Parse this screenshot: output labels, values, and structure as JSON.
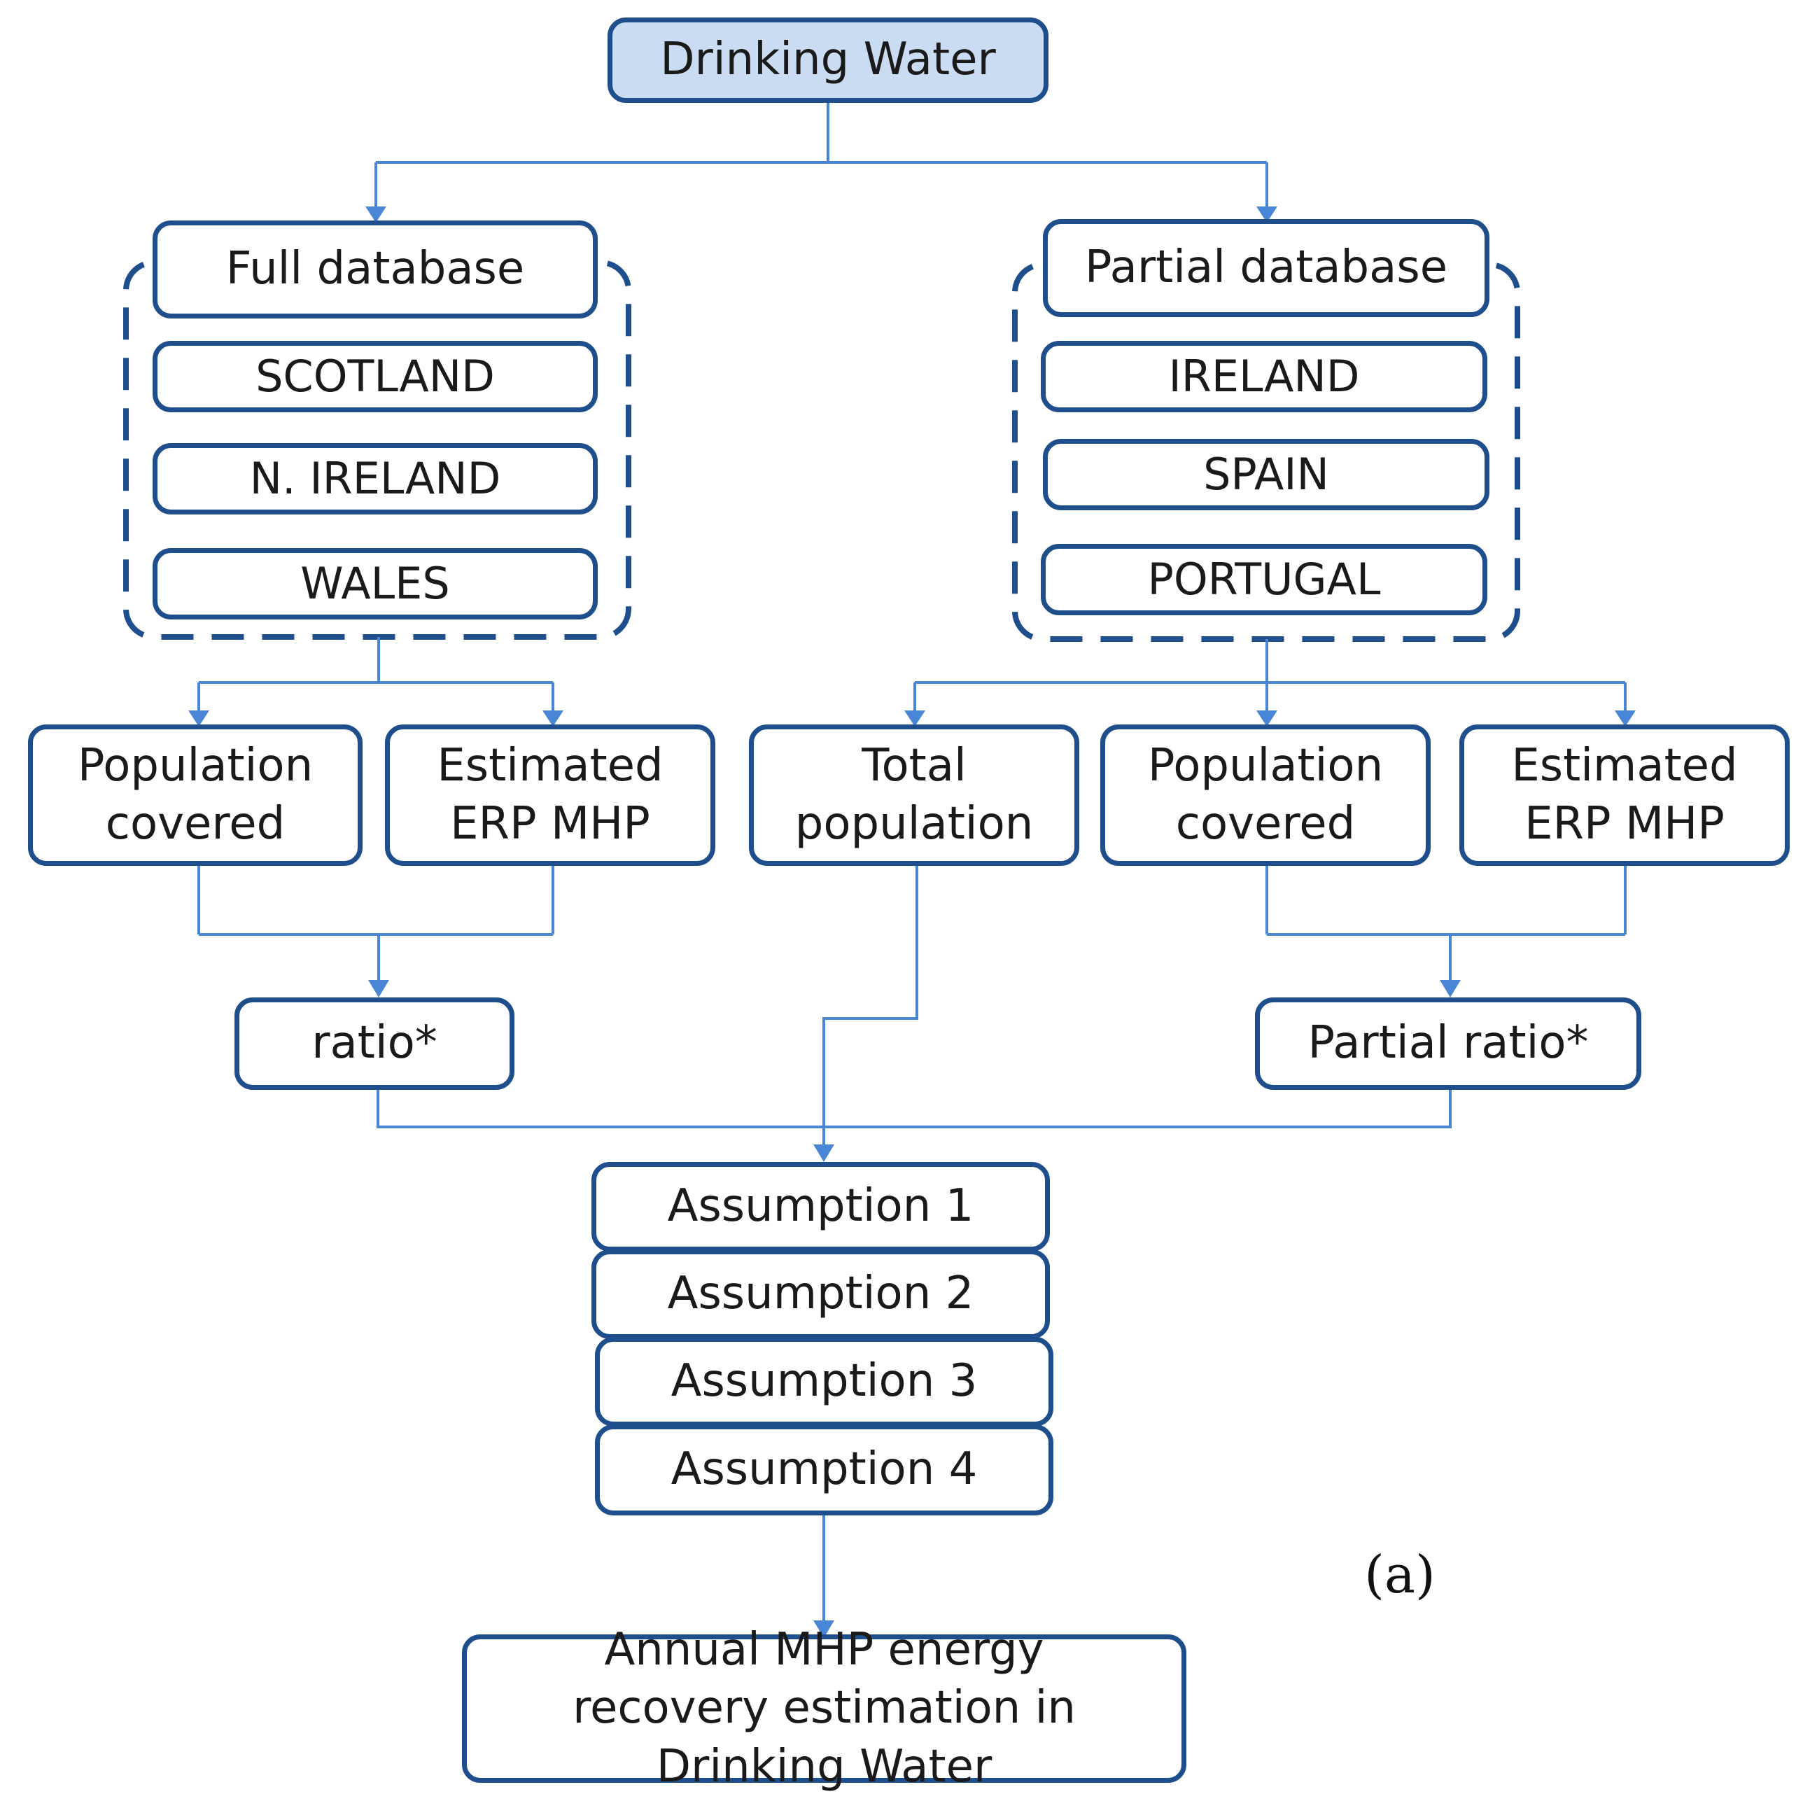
{
  "diagram": {
    "root": {
      "label": "Drinking Water"
    },
    "full_group": {
      "header": "Full database",
      "countries": [
        "SCOTLAND",
        "N. IRELAND",
        "WALES"
      ]
    },
    "partial_group": {
      "header": "Partial database",
      "countries": [
        "IRELAND",
        "SPAIN",
        "PORTUGAL"
      ]
    },
    "full_outputs": {
      "population": "Population covered",
      "erp": "Estimated ERP MHP",
      "ratio": "ratio*"
    },
    "partial_outputs": {
      "total": "Total population",
      "population": "Population covered",
      "erp": "Estimated ERP MHP",
      "ratio": "Partial ratio*"
    },
    "assumptions": [
      "Assumption 1",
      "Assumption 2",
      "Assumption 3",
      "Assumption 4"
    ],
    "result": "Annual MHP energy recovery estimation in Drinking Water",
    "panel_label": "(a)"
  },
  "colors": {
    "box_border": "#1F4E8C",
    "connector": "#4A86D6",
    "title_fill": "#CADCF1"
  }
}
